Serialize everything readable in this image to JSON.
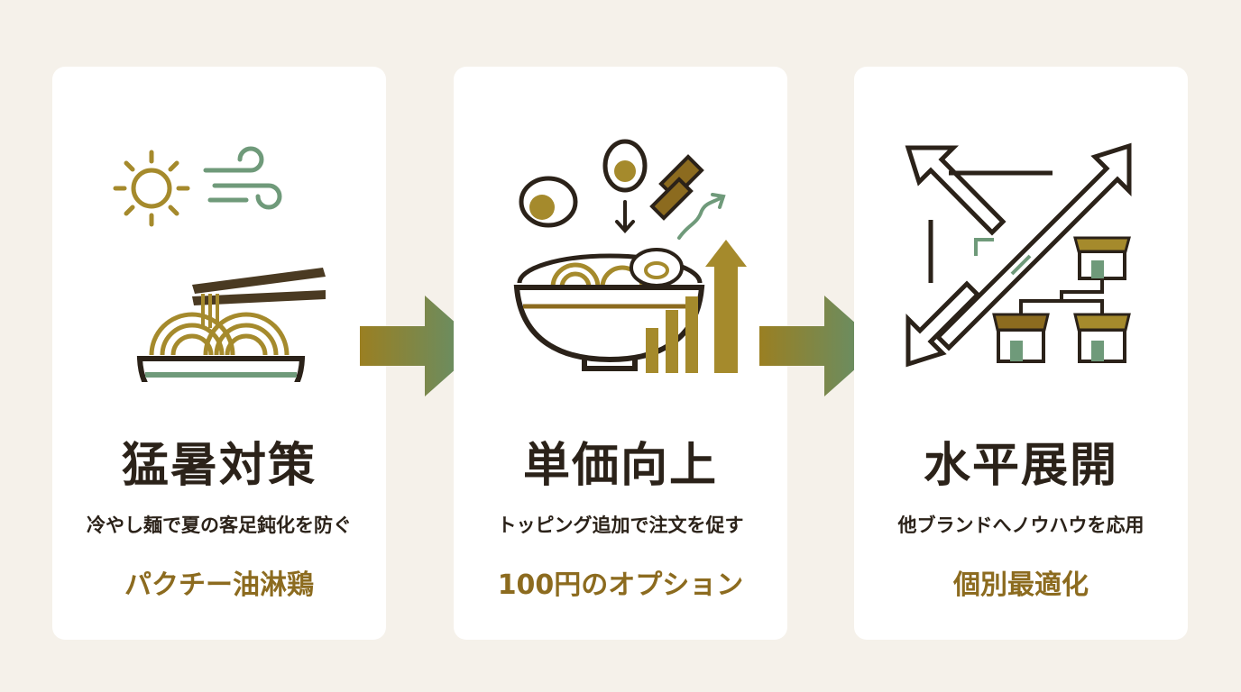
{
  "colors": {
    "background": "#f5f1ea",
    "card": "#ffffff",
    "dark": "#2b2219",
    "gold": "#a58a2c",
    "green": "#6f9a7a",
    "highlight_text": "#8c6b1f"
  },
  "steps": [
    {
      "icon": "summer-noodle-bowl-icon",
      "title": "猛暑対策",
      "description": "冷やし麺で夏の客足鈍化を防ぐ",
      "highlight": "パクチー油淋鶏"
    },
    {
      "icon": "topping-bowl-growth-icon",
      "title": "単価向上",
      "description": "トッピング追加で注文を促す",
      "highlight": "100円のオプション"
    },
    {
      "icon": "expansion-stores-icon",
      "title": "水平展開",
      "description": "他ブランドへノウハウを応用",
      "highlight": "個別最適化"
    }
  ]
}
